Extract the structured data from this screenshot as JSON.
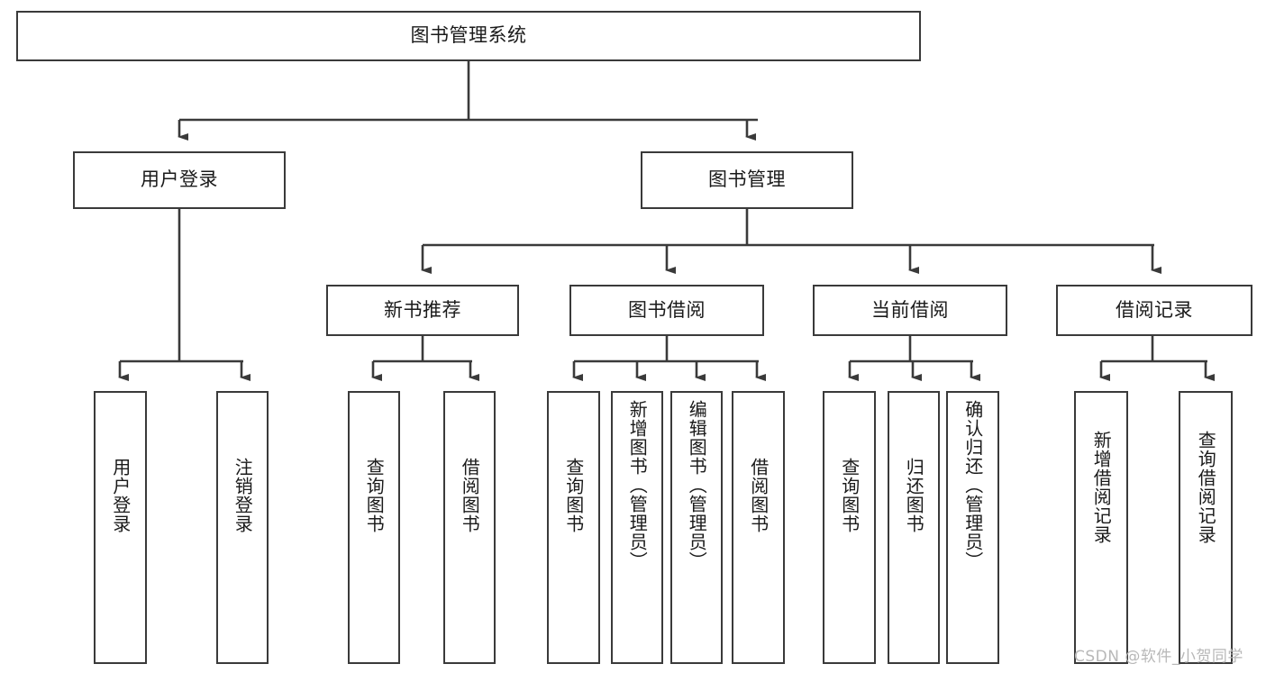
{
  "diagram": {
    "type": "tree-hierarchy",
    "title": "图书管理系统",
    "watermark": "CSDN @软件_小贺同学",
    "colors": {
      "stroke": "#3a3a3a",
      "fill": "#ffffff",
      "text": "#1a1a1a",
      "watermark": "#b8b8b8"
    },
    "levels": {
      "root": {
        "label": "图书管理系统"
      },
      "level2": [
        {
          "label": "用户登录"
        },
        {
          "label": "图书管理"
        }
      ],
      "level3": [
        {
          "label": "新书推荐"
        },
        {
          "label": "图书借阅"
        },
        {
          "label": "当前借阅"
        },
        {
          "label": "借阅记录"
        }
      ],
      "leaves": {
        "user_login": [
          {
            "label": "用户登录"
          },
          {
            "label": "注销登录"
          }
        ],
        "new_book_recommend": [
          {
            "label": "查询图书"
          },
          {
            "label": "借阅图书"
          }
        ],
        "book_borrow": [
          {
            "label": "查询图书"
          },
          {
            "label": "新增图书（管理员）"
          },
          {
            "label": "编辑图书（管理员）"
          },
          {
            "label": "借阅图书"
          }
        ],
        "current_borrow": [
          {
            "label": "查询图书"
          },
          {
            "label": "归还图书"
          },
          {
            "label": "确认归还（管理员）"
          }
        ],
        "borrow_record": [
          {
            "label": "新增借阅记录"
          },
          {
            "label": "查询借阅记录"
          }
        ]
      }
    }
  }
}
